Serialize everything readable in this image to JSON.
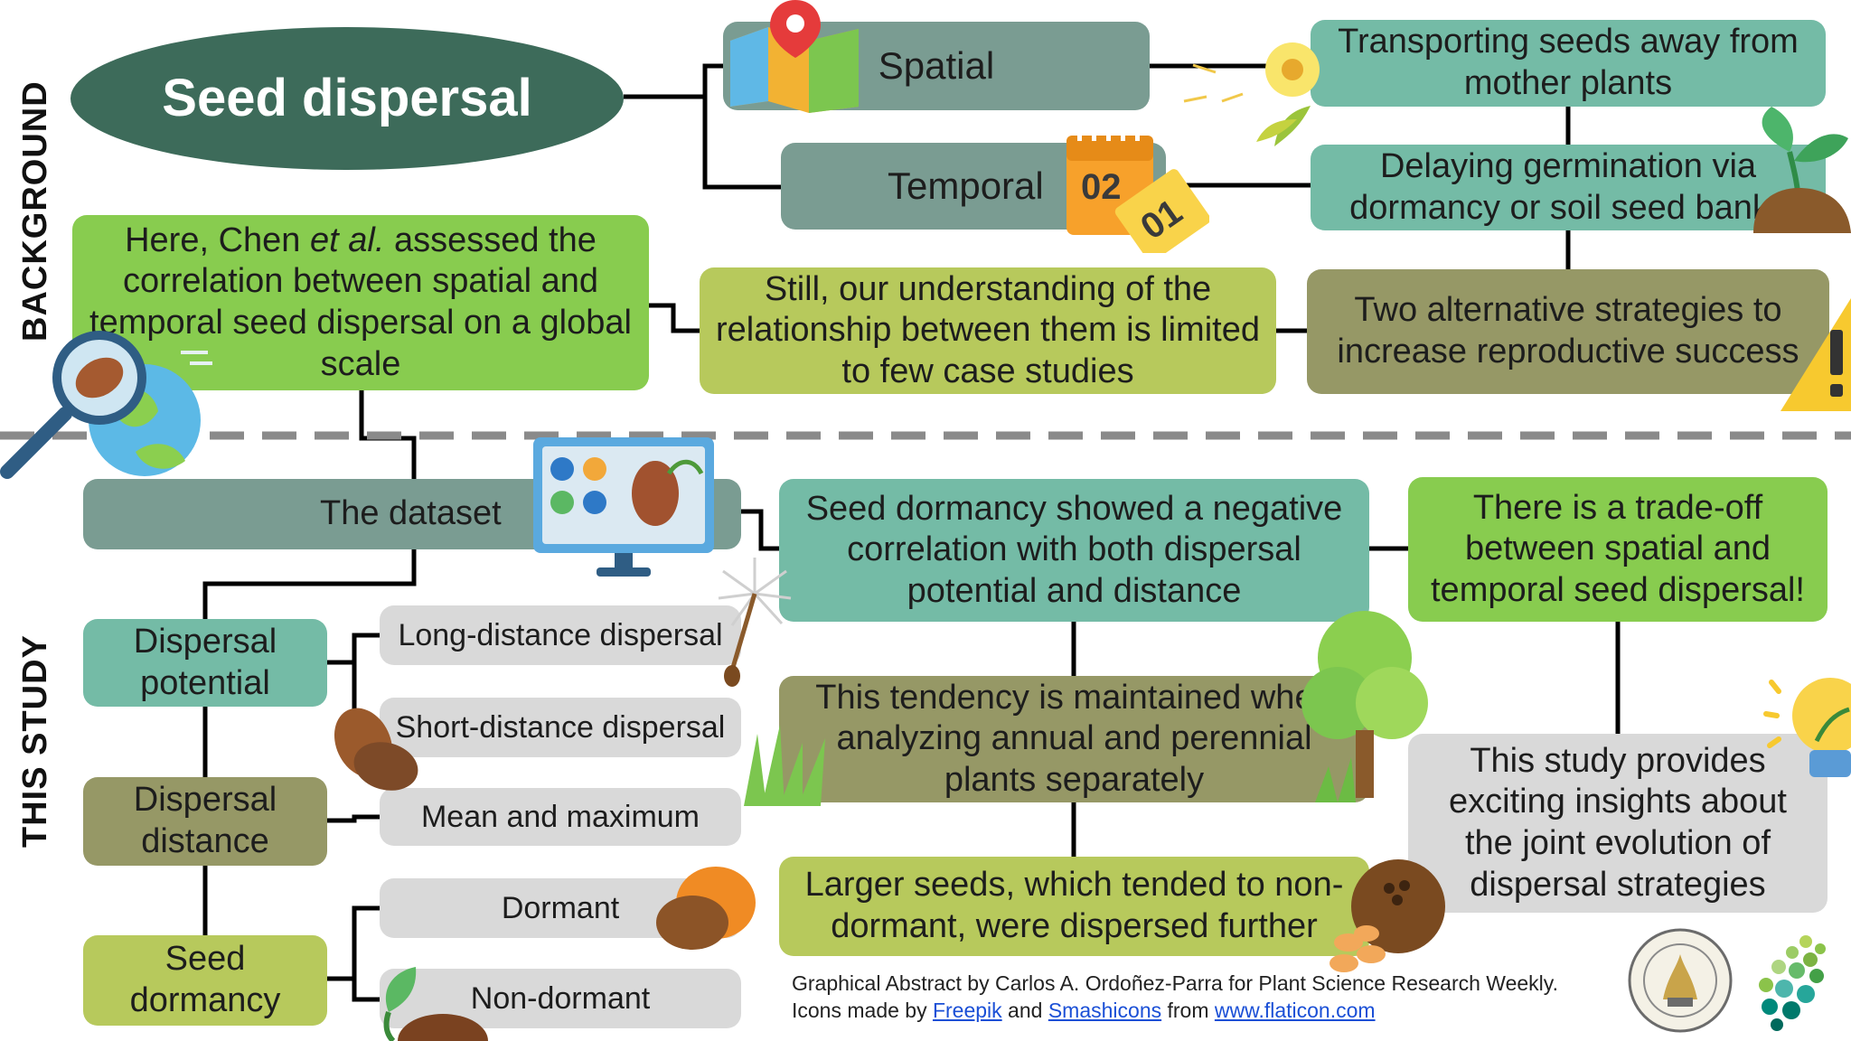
{
  "sections": {
    "background": "BACKGROUND",
    "this_study": "THIS STUDY"
  },
  "title": "Seed dispersal",
  "background": {
    "spatial": "Spatial",
    "temporal": "Temporal",
    "transporting": "Transporting seeds away from mother plants",
    "delaying": "Delaying germination via dormancy or soil seed banks",
    "two_strategies": "Two alternative strategies to increase reproductive success",
    "still": "Still, our understanding of the relationship between them is limited to few case studies",
    "here_pre": "Here, Chen ",
    "here_etal": "et al.",
    "here_post": " assessed the correlation between spatial and temporal seed dispersal on a global scale"
  },
  "study": {
    "dataset": "The dataset",
    "dispersal_potential": "Dispersal potential",
    "long_distance": "Long-distance dispersal",
    "short_distance": "Short-distance dispersal",
    "dispersal_distance": "Dispersal distance",
    "mean_max": "Mean and maximum",
    "seed_dormancy": "Seed dormancy",
    "dormant": "Dormant",
    "non_dormant": "Non-dormant",
    "negative_corr": "Seed dormancy showed a negative correlation with both dispersal potential and distance",
    "tendency": "This tendency is maintained when analyzing annual and perennial plants separately",
    "larger_seeds": "Larger seeds, which tended to non-dormant, were dispersed further",
    "tradeoff": "There is a trade-off between spatial and temporal seed dispersal!",
    "insights": "This study provides exciting insights about the joint evolution of dispersal strategies"
  },
  "footer": {
    "line1": "Graphical Abstract by Carlos A. Ordoñez-Parra for Plant Science Research Weekly.",
    "icons_prefix": "Icons made by ",
    "freepik": "Freepik",
    "and": " and ",
    "smashicons": "Smashicons",
    "from": " from ",
    "flaticon": "www.flaticon.com"
  },
  "icons": {
    "calendar_text1": "02",
    "calendar_text2": "01",
    "alert": "!"
  },
  "colors": {
    "title_bg": "#3d6b5a",
    "teal": "#74bba6",
    "gray": "#7a9c92",
    "green": "#88cc4f",
    "olive": "#b7c95c",
    "khaki": "#969866",
    "light": "#d9d9d9"
  }
}
